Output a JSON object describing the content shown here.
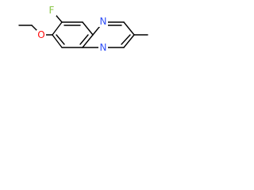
{
  "molecule": {
    "atoms": {
      "fluorine": "F",
      "oxygen": "O",
      "nitrogen_top": "N",
      "nitrogen_bottom": "N"
    },
    "colors": {
      "bond": "#000000",
      "fluorine": "#88c444",
      "oxygen": "#ff0d0d",
      "nitrogen": "#3050f8"
    }
  }
}
